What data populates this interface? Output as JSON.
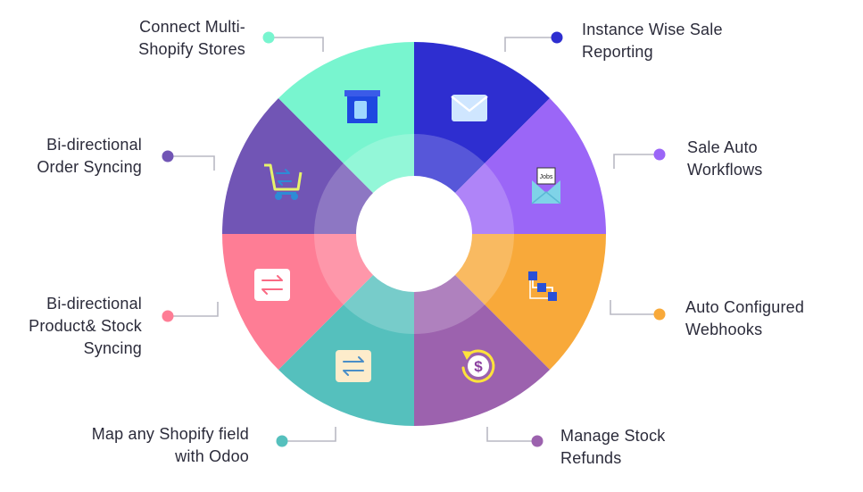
{
  "segments": [
    {
      "key": "instance-wise-sale-reporting",
      "label_lines": [
        "Instance Wise Sale",
        "Reporting"
      ],
      "color": "#2e2ed0",
      "icon": "envelope-icon"
    },
    {
      "key": "sale-auto-workflows",
      "label_lines": [
        "Sale Auto",
        "Workflows"
      ],
      "color": "#9b66f7",
      "icon": "jobs-mail-icon",
      "icon_text": "Jobs"
    },
    {
      "key": "auto-configured-webhooks",
      "label_lines": [
        "Auto Configured",
        "Webhooks"
      ],
      "color": "#f8a93a",
      "icon": "flowchart-icon"
    },
    {
      "key": "manage-stock-refunds",
      "label_lines": [
        "Manage Stock",
        "Refunds"
      ],
      "color": "#9c62ae",
      "icon": "dollar-refund-icon"
    },
    {
      "key": "map-any-shopify-field",
      "label_lines": [
        "Map any Shopify field",
        "with Odoo"
      ],
      "color": "#55c0bd",
      "icon": "swap-arrows-icon"
    },
    {
      "key": "bi-directional-product-stock-syncing",
      "label_lines": [
        "Bi-directional",
        "Product& Stock",
        "Syncing"
      ],
      "color": "#fe7d95",
      "icon": "swap-arrows-icon"
    },
    {
      "key": "bi-directional-order-syncing",
      "label_lines": [
        "Bi-directional",
        "Order Syncing"
      ],
      "color": "#7155b5",
      "icon": "cart-sync-icon"
    },
    {
      "key": "connect-multi-shopify-stores",
      "label_lines": [
        "Connect Multi-",
        "Shopify Stores"
      ],
      "color": "#78f5cf",
      "icon": "store-icon"
    }
  ],
  "center_color": "#ffffff",
  "connector_color": "#b9b9c3"
}
